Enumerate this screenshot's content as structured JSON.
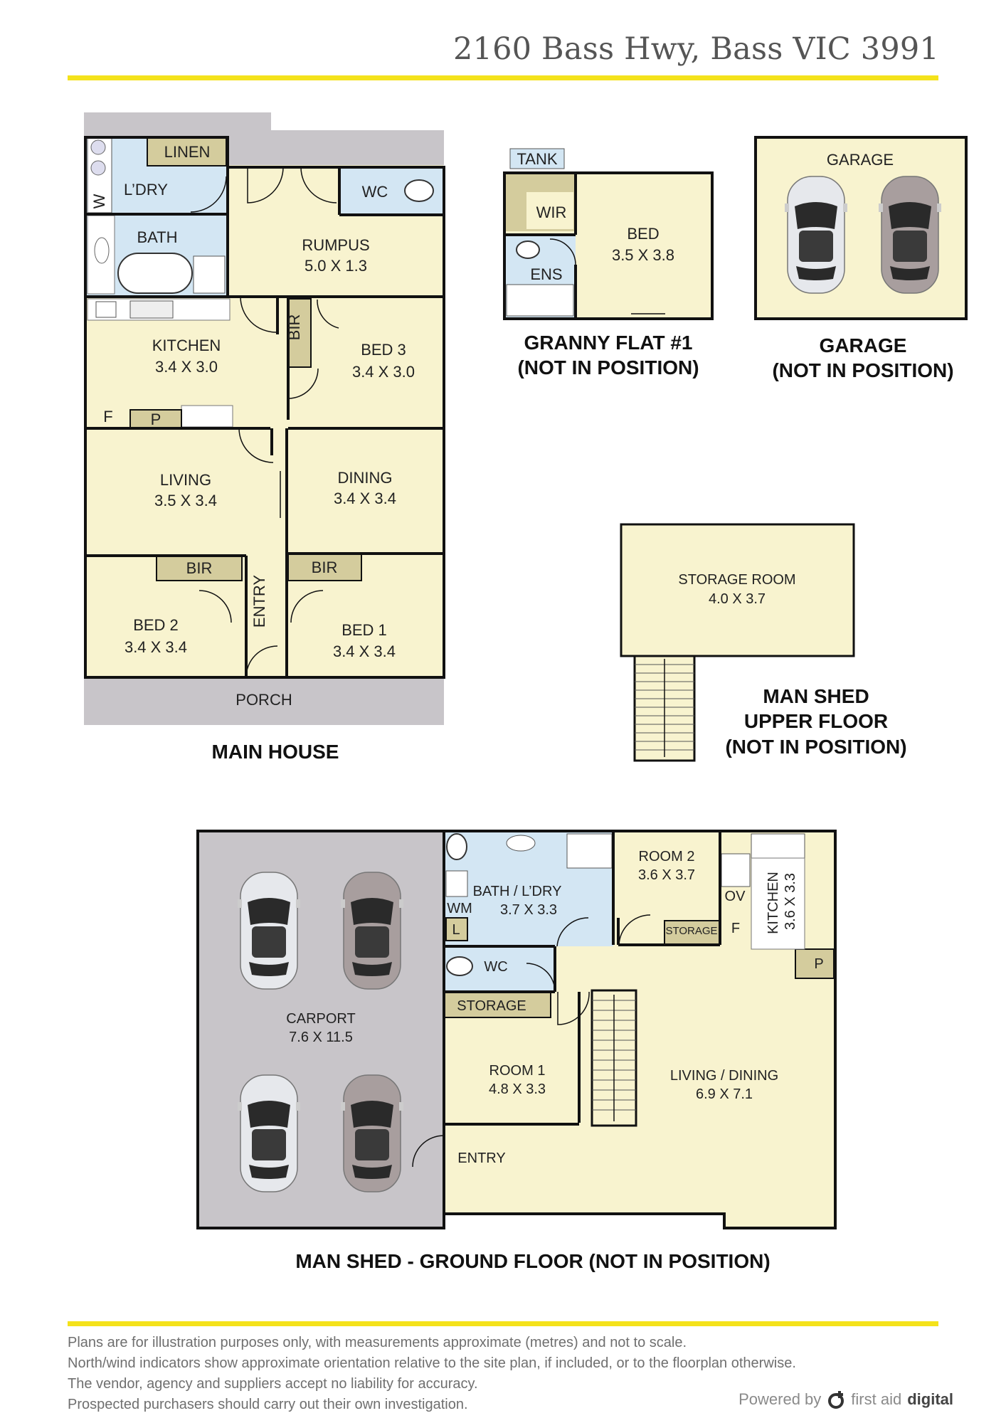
{
  "header": {
    "address": "2160 Bass Hwy, Bass VIC 3991"
  },
  "colors": {
    "accent": "#f4e21b",
    "room": "#f8f3cf",
    "wet": "#d3e6f3",
    "built_in": "#d4cc9d",
    "outdoor": "#c8c5c9",
    "wall": "#111111"
  },
  "main_house": {
    "title": "MAIN HOUSE",
    "linen": "LINEN",
    "laundry": "L’DRY",
    "w": "W",
    "wc": "WC",
    "bath": "BATH",
    "rumpus": {
      "name": "RUMPUS",
      "dims": "5.0 X 1.3"
    },
    "kitchen": {
      "name": "KITCHEN",
      "dims": "3.4 X 3.0"
    },
    "bir_bed3": "BIR",
    "bed3": {
      "name": "BED 3",
      "dims": "3.4 X 3.0"
    },
    "f": "F",
    "p": "P",
    "living": {
      "name": "LIVING",
      "dims": "3.5 X 3.4"
    },
    "dining": {
      "name": "DINING",
      "dims": "3.4 X 3.4"
    },
    "bir_bed2": "BIR",
    "bir_bed1": "BIR",
    "bed2": {
      "name": "BED 2",
      "dims": "3.4 X 3.4"
    },
    "bed1": {
      "name": "BED 1",
      "dims": "3.4 X 3.4"
    },
    "entry": "ENTRY",
    "porch": "PORCH"
  },
  "granny_flat": {
    "title_line1": "GRANNY FLAT #1",
    "title_line2": "(NOT IN POSITION)",
    "tank": "TANK",
    "wir": "WIR",
    "ens": "ENS",
    "bed": {
      "name": "BED",
      "dims": "3.5 X 3.8"
    }
  },
  "garage": {
    "label": "GARAGE",
    "title_line1": "GARAGE",
    "title_line2": "(NOT IN POSITION)"
  },
  "man_shed_upper": {
    "storage_room": {
      "name": "STORAGE ROOM",
      "dims": "4.0 X 3.7"
    },
    "title_line1": "MAN SHED",
    "title_line2": "UPPER FLOOR",
    "title_line3": "(NOT IN POSITION)"
  },
  "man_shed_ground": {
    "title": "MAN SHED - GROUND FLOOR (NOT IN POSITION)",
    "bath_ldry": {
      "name": "BATH / L’DRY",
      "dims": "3.7 X 3.3"
    },
    "wm": "WM",
    "l": "L",
    "wc": "WC",
    "room2": {
      "name": "ROOM 2",
      "dims": "3.6 X 3.7"
    },
    "storage_room2": "STORAGE",
    "ov": "OV",
    "f": "F",
    "kitchen": {
      "name": "KITCHEN",
      "dims": "3.6 X 3.3"
    },
    "p": "P",
    "storage": "STORAGE",
    "room1": {
      "name": "ROOM 1",
      "dims": "4.8 X 3.3"
    },
    "carport": {
      "name": "CARPORT",
      "dims": "7.6 X 11.5"
    },
    "living_dining": {
      "name": "LIVING / DINING",
      "dims": "6.9 X 7.1"
    },
    "entry": "ENTRY"
  },
  "footer": {
    "disclaimer": [
      "Plans are for illustration purposes only, with measurements approximate (metres) and not to scale.",
      "North/wind indicators show approximate orientation relative to the site plan, if included, or to the floorplan otherwise.",
      "The vendor, agency and suppliers accept no liability for accuracy.",
      "Prospected purchasers should carry out their own investigation."
    ],
    "powered_by": "Powered by",
    "brand_name": "first aid",
    "brand_bold": "digital",
    "logo_icon": "first-aid-digital-logo-icon"
  }
}
